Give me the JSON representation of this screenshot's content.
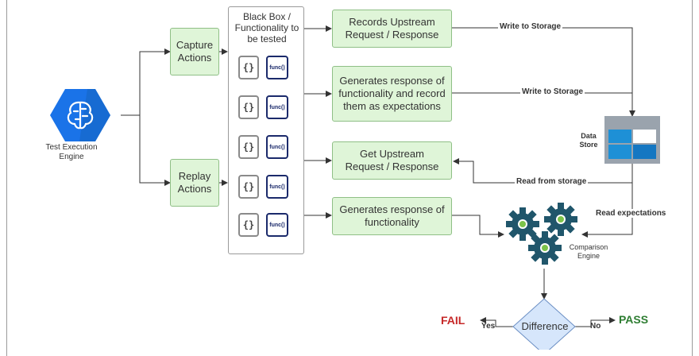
{
  "engine": {
    "label": "Test Execution\nEngine",
    "icon": "brain-hexagon-icon",
    "color": "#1a73e8"
  },
  "actions": {
    "capture": "Capture\nActions",
    "replay": "Replay\nActions"
  },
  "black_box": {
    "title": "Black Box /\nFunctionality to\nbe tested",
    "icons": [
      {
        "braces": "{}",
        "func": "func()"
      },
      {
        "braces": "{}",
        "func": "func()"
      },
      {
        "braces": "{}",
        "func": "func()"
      },
      {
        "braces": "{}",
        "func": "func()"
      },
      {
        "braces": "{}",
        "func": "func()"
      }
    ]
  },
  "steps": {
    "record": "Records Upstream\nRequest / Response",
    "gen_record": "Generates response of\nfunctionality and record\nthem as expectations",
    "get_upstream": "Get Upstream\nRequest / Response",
    "gen": "Generates response of\nfunctionality"
  },
  "edge_labels": {
    "write1": "Write to Storage",
    "write2": "Write to Storage",
    "read": "Read from storage",
    "expect": "Read expectations"
  },
  "data_store": {
    "label": "Data\nStore",
    "icon": "database-table-icon"
  },
  "comparison": {
    "label": "Comparison\nEngine",
    "icon": "gears-icon"
  },
  "decision": {
    "label": "Difference",
    "yes": "Yes",
    "no": "No",
    "fail": "FAIL",
    "pass": "PASS"
  },
  "colors": {
    "box_fill": "#dff5d8",
    "gear": "#20566b",
    "fail": "#c62828",
    "pass": "#2e7d32",
    "decision_fill": "#d6e6fb"
  }
}
